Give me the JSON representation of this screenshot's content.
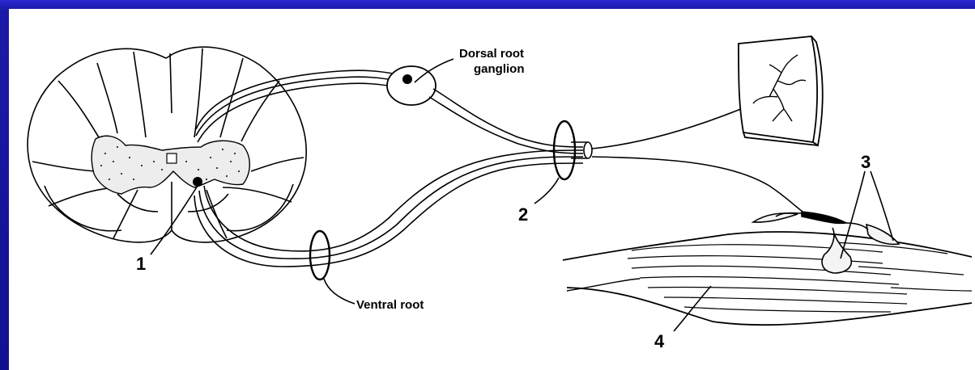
{
  "colors": {
    "frame": "#15159a",
    "canvas": "#ffffff",
    "ink": "#000000"
  },
  "labels": {
    "dorsal_line1": "Dorsal root",
    "dorsal_line2": "ganglion",
    "ventral": "Ventral root",
    "n1": "1",
    "n2": "2",
    "n3": "3",
    "n4": "4"
  }
}
